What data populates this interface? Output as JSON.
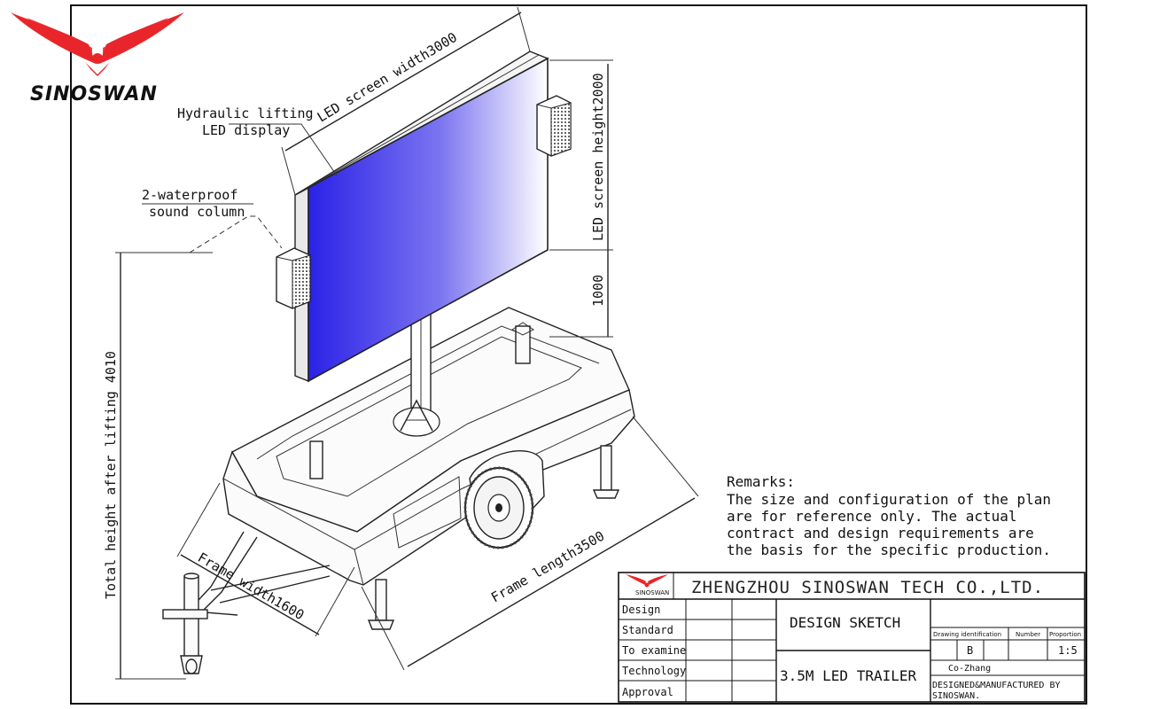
{
  "brand": {
    "name": "SINOSWAN",
    "colors": {
      "logo_red": "#e8262a",
      "screen_blue": "#2a22e6"
    }
  },
  "labels": {
    "hydraulic_line1": "Hydraulic lifting",
    "hydraulic_line2": "LED display",
    "waterproof_line1": "2-waterproof",
    "waterproof_line2": "sound column",
    "screen_width": "LED screen width3000",
    "screen_height": "LED screen height2000",
    "gap_height": "1000",
    "total_height": "Total height after lifting 4010",
    "frame_width": "Frame width1600",
    "frame_length": "Frame length3500"
  },
  "remarks": {
    "title": "Remarks:",
    "lines": [
      "The size and configuration of the plan",
      "are for reference only. The actual",
      "contract and design requirements are",
      "the basis for the specific production."
    ]
  },
  "title_block": {
    "company": "ZHENGZHOU SINOSWAN TECH CO.,LTD.",
    "rows": [
      "Design",
      "Standard",
      "To examine",
      "Technology",
      "Approval"
    ],
    "sheet_title": "DESIGN SKETCH",
    "product": "3.5M LED TRAILER",
    "drawing_id_header": "Drawing identification",
    "number_header": "Number",
    "proportion_header": "Proportion",
    "drawing_id_value": "B",
    "proportion_value": "1:5",
    "designer": "Co-Zhang",
    "made_by": "DESIGNED&MANUFACTURED BY SINOSWAN."
  }
}
